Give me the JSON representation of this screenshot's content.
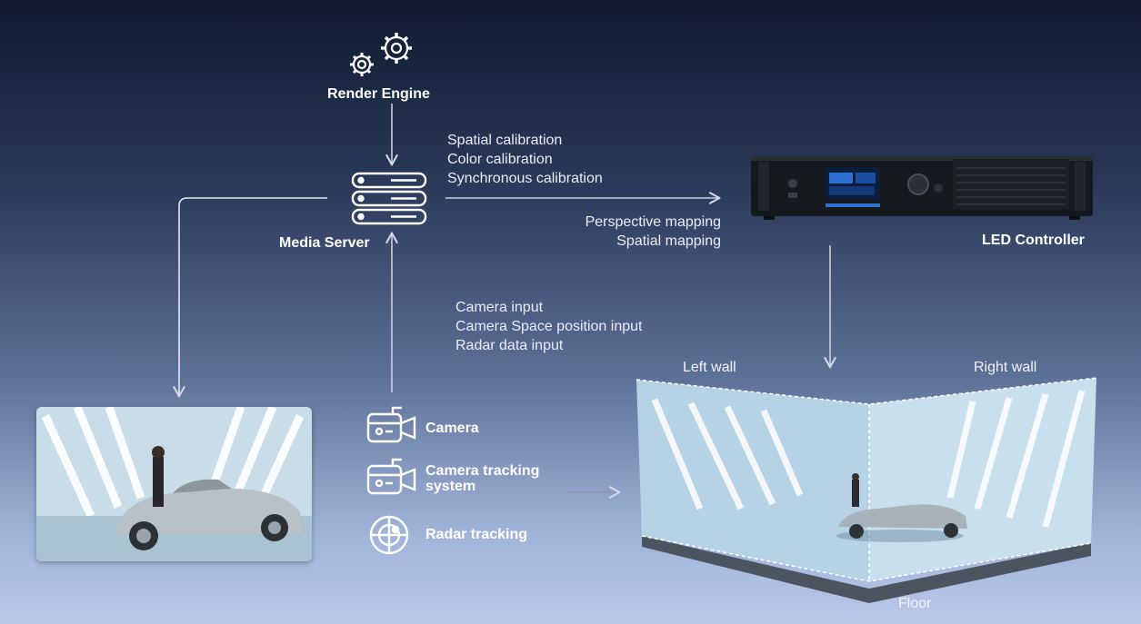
{
  "render_engine": {
    "label": "Render Engine",
    "icon": "gears-icon"
  },
  "media_server": {
    "label": "Media Server",
    "icon": "server-icon"
  },
  "calibration_lines": [
    "Spatial calibration",
    "Color calibration",
    "Synchronous calibration"
  ],
  "mapping_lines": [
    "Perspective mapping",
    "Spatial mapping"
  ],
  "input_lines": [
    "Camera input",
    "Camera Space position input",
    "Radar data input"
  ],
  "led_controller": {
    "label": "LED Controller",
    "icon": "led-controller-device"
  },
  "tracking": [
    {
      "label": "Camera",
      "icon": "camera-icon"
    },
    {
      "label": "Camera tracking system",
      "icon": "camera-icon"
    },
    {
      "label": "Radar tracking",
      "icon": "radar-icon"
    }
  ],
  "stage": {
    "left_wall": "Left wall",
    "right_wall": "Right wall",
    "floor": "Floor"
  },
  "colors": {
    "arrow": "#cfd6e3",
    "accent": "#ffffff"
  }
}
